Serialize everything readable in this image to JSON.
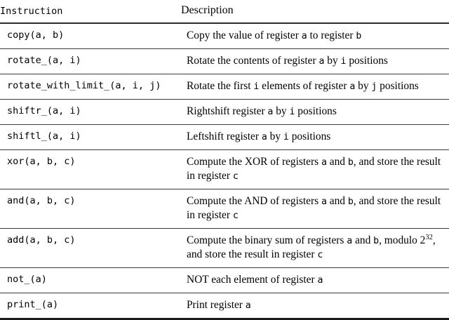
{
  "table": {
    "columns": [
      {
        "key": "instruction",
        "label": "Instruction",
        "style": "monospace"
      },
      {
        "key": "description",
        "label": "Description",
        "style": "serif-bold"
      }
    ],
    "rows": [
      {
        "instruction": "copy(a, b)",
        "description": "Copy the value of register a to register b",
        "description_parts": [
          {
            "t": "Copy the value of register "
          },
          {
            "t": "a",
            "mono": true
          },
          {
            "t": " to register "
          },
          {
            "t": "b",
            "mono": true
          }
        ],
        "lines": 1
      },
      {
        "instruction": "rotate_(a, i)",
        "description": "Rotate the contents of register a by i positions",
        "description_parts": [
          {
            "t": "Rotate the contents of register "
          },
          {
            "t": "a",
            "mono": true
          },
          {
            "t": " by "
          },
          {
            "t": "i",
            "mono": true
          },
          {
            "t": " positions"
          }
        ],
        "lines": 1
      },
      {
        "instruction": "rotate_with_limit_(a, i, j)",
        "description": "Rotate the first i elements of register a by j positions",
        "description_parts": [
          {
            "t": "Rotate the first "
          },
          {
            "t": "i",
            "mono": true
          },
          {
            "t": " elements of register "
          },
          {
            "t": "a",
            "mono": true
          },
          {
            "t": " by "
          },
          {
            "t": "j",
            "mono": true
          },
          {
            "t": " positions"
          }
        ],
        "lines": 1
      },
      {
        "instruction": "shiftr_(a, i)",
        "description": "Rightshift register a by i positions",
        "description_parts": [
          {
            "t": "Rightshift register "
          },
          {
            "t": "a",
            "mono": true
          },
          {
            "t": " by "
          },
          {
            "t": "i",
            "mono": true
          },
          {
            "t": " positions"
          }
        ],
        "lines": 1
      },
      {
        "instruction": "shiftl_(a, i)",
        "description": "Leftshift register a by i positions",
        "description_parts": [
          {
            "t": "Leftshift register "
          },
          {
            "t": "a",
            "mono": true
          },
          {
            "t": " by "
          },
          {
            "t": "i",
            "mono": true
          },
          {
            "t": " positions"
          }
        ],
        "lines": 1
      },
      {
        "instruction": "xor(a, b, c)",
        "description": "Compute the XOR of registers a and b, and store the result in register c",
        "description_parts": [
          {
            "t": "Compute the XOR of registers "
          },
          {
            "t": "a",
            "mono": true
          },
          {
            "t": " and "
          },
          {
            "t": "b",
            "mono": true
          },
          {
            "t": ", and store the result in register "
          },
          {
            "t": "c",
            "mono": true
          }
        ],
        "lines": 2
      },
      {
        "instruction": "and(a, b, c)",
        "description": "Compute the AND of registers a and b, and store the result in register c",
        "description_parts": [
          {
            "t": "Compute the AND of registers "
          },
          {
            "t": "a",
            "mono": true
          },
          {
            "t": " and "
          },
          {
            "t": "b",
            "mono": true
          },
          {
            "t": ", and store the result in register "
          },
          {
            "t": "c",
            "mono": true
          }
        ],
        "lines": 2
      },
      {
        "instruction": "add(a, b, c)",
        "description": "Compute the binary sum of registers a and b, modulo 2^32, and store the result in register c",
        "description_parts": [
          {
            "t": "Compute the binary sum of registers "
          },
          {
            "t": "a",
            "mono": true
          },
          {
            "t": " and "
          },
          {
            "t": "b",
            "mono": true
          },
          {
            "t": ", modulo 2"
          },
          {
            "t": "32",
            "sup": true
          },
          {
            "t": ", and store the result in register "
          },
          {
            "t": "c",
            "mono": true
          }
        ],
        "lines": 2
      },
      {
        "instruction": "not_(a)",
        "description": "NOT each element of register a",
        "description_parts": [
          {
            "t": "NOT each element of register "
          },
          {
            "t": "a",
            "mono": true
          }
        ],
        "lines": 1
      },
      {
        "instruction": "print_(a)",
        "description": "Print register a",
        "description_parts": [
          {
            "t": "Print register "
          },
          {
            "t": "a",
            "mono": true
          }
        ],
        "lines": 1
      }
    ]
  },
  "colors": {
    "background": "#ffffff",
    "text": "#000000",
    "rule_heavy": "#1a1a1a",
    "rule_light": "#3a3a3a"
  }
}
